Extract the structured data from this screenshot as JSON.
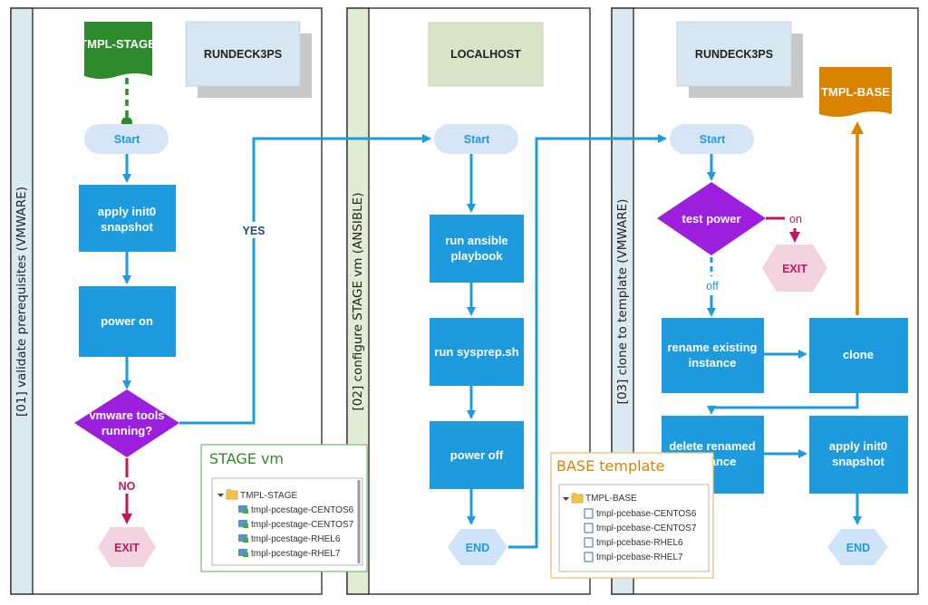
{
  "colors": {
    "process": "#1e9bde",
    "decision": "#9b1fdc",
    "start": "#d6e6f6",
    "exit_fill": "#f3d3df",
    "exit_text": "#c0185a",
    "end_fill": "#cfe4f8",
    "tmpl_stage": "#2d8a2d",
    "tmpl_base": "#d98300",
    "localhost": "#d7e4c7",
    "host": "#d6e7f2",
    "swimlane_label_bg": "#dbe9f3",
    "swimlane_label_bg_mid": "#e1ecd4",
    "stage_panel_border": "#7dc07d",
    "base_panel_border": "#f0c070",
    "connector_magenta": "#c0185a"
  },
  "lanes": [
    {
      "label": "[01] validate prerequisites (VMWARE)"
    },
    {
      "label": "[02] configure STAGE vm (ANSIBLE)"
    },
    {
      "label": "[03] clone to template (VMWARE)"
    }
  ],
  "hosts": {
    "lane1": "RUNDECK3PS",
    "lane2": "LOCALHOST",
    "lane3": "RUNDECK3PS"
  },
  "docs": {
    "tmpl_stage": "TMPL-STAGE",
    "tmpl_base": "TMPL-BASE"
  },
  "lane1": {
    "start": "Start",
    "step1": [
      "apply init0",
      "snapshot"
    ],
    "step2": "power on",
    "decision": [
      "vmware tools",
      "running?"
    ],
    "yes": "YES",
    "no": "NO",
    "exit": "EXIT"
  },
  "lane2": {
    "start": "Start",
    "step1": [
      "run ansible",
      "playbook"
    ],
    "step2": "run sysprep.sh",
    "step3": "power off",
    "end": "END"
  },
  "lane3": {
    "start": "Start",
    "decision": "test power",
    "on": "on",
    "off": "off",
    "exit": "EXIT",
    "rename": [
      "rename existing",
      "instance"
    ],
    "clone": "clone",
    "delete": [
      "delete renamed",
      "instance"
    ],
    "snapshot": [
      "apply init0",
      "snapshot"
    ],
    "end": "END"
  },
  "stage_panel": {
    "title": "STAGE vm",
    "root": "TMPL-STAGE",
    "items": [
      "tmpl-pcestage-CENTOS6",
      "tmpl-pcestage-CENTOS7",
      "tmpl-pcestage-RHEL6",
      "tmpl-pcestage-RHEL7"
    ]
  },
  "base_panel": {
    "title": "BASE template",
    "root": "TMPL-BASE",
    "items": [
      "tmpl-pcebase-CENTOS6",
      "tmpl-pcebase-CENTOS7",
      "tmpl-pcebase-RHEL6",
      "tmpl-pcebase-RHEL7"
    ]
  }
}
